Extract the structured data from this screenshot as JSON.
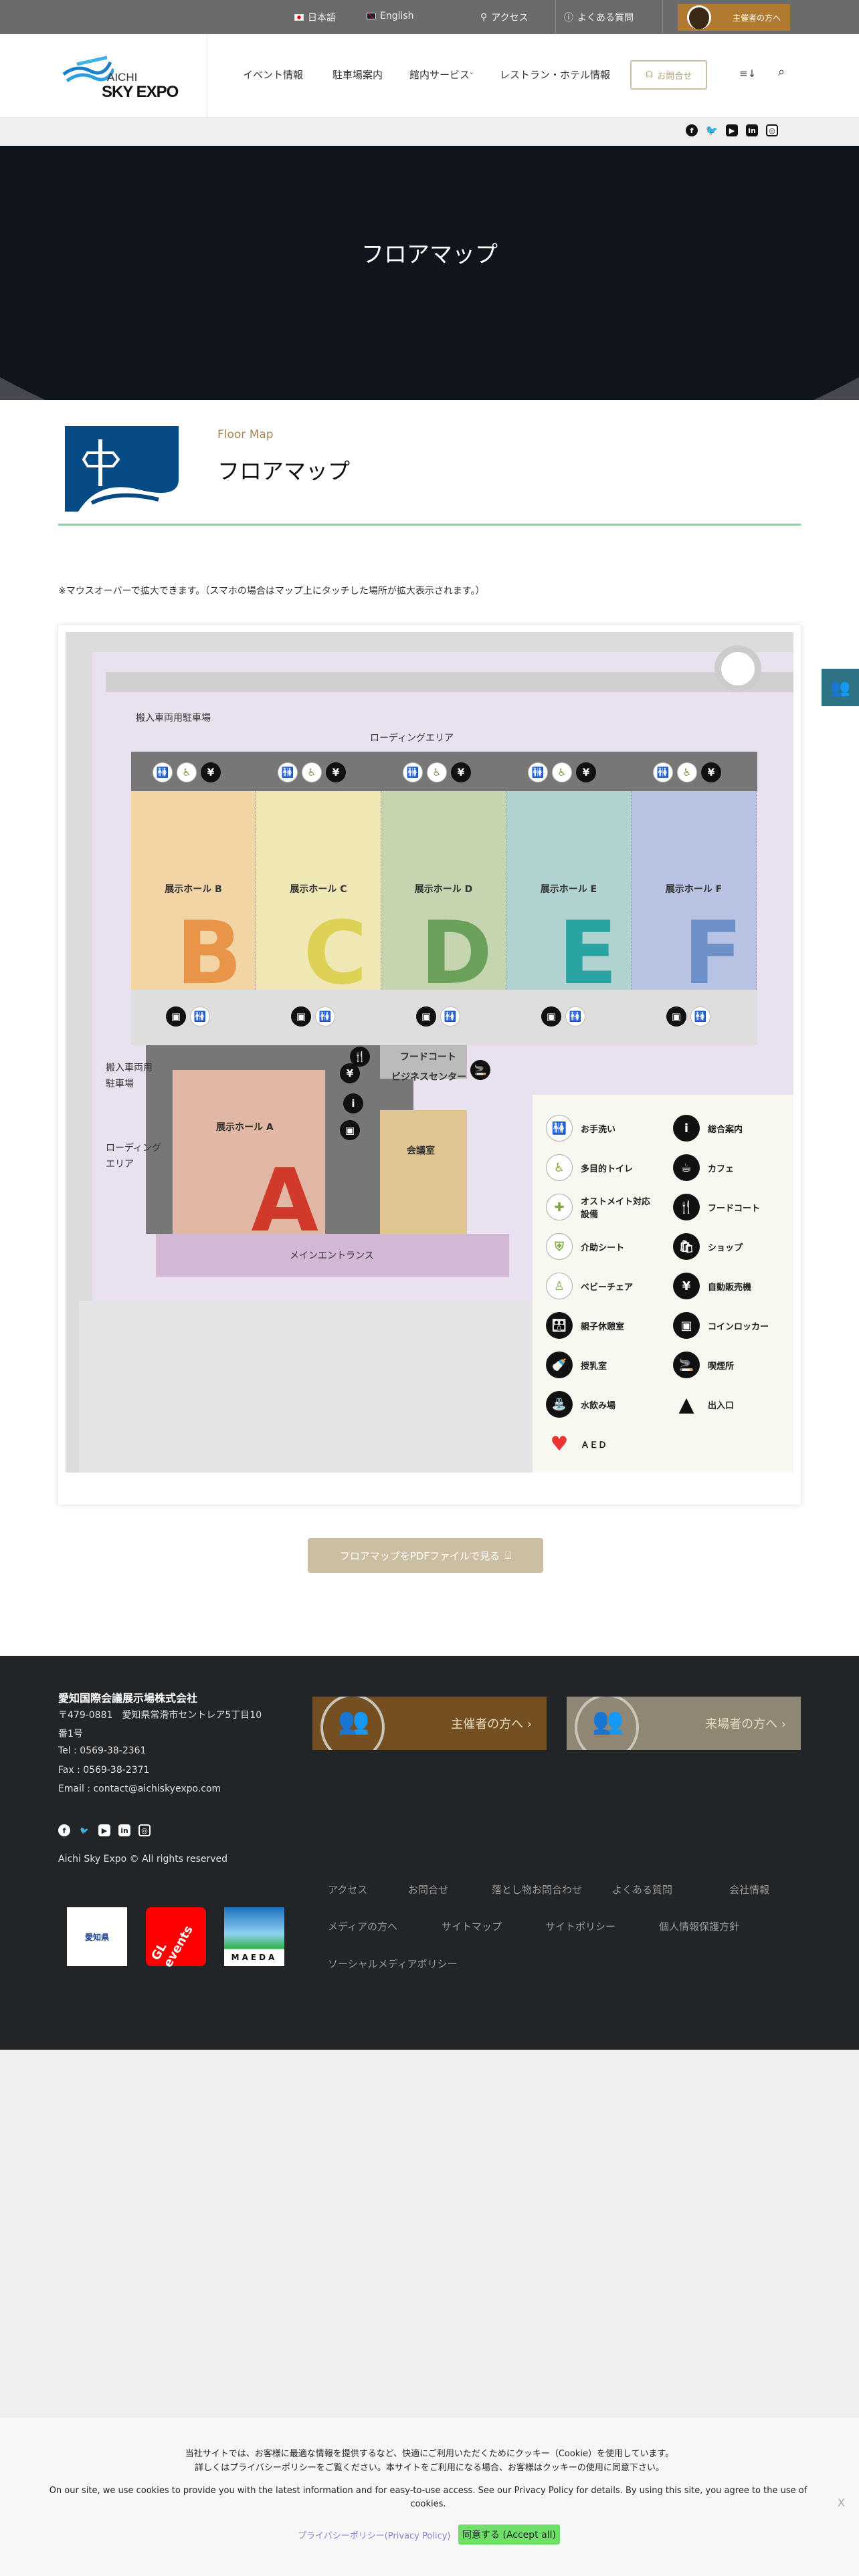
{
  "topbar": {
    "lang_ja": "日本語",
    "lang_en": "English",
    "access": "アクセス",
    "faq": "よくある質問",
    "organizer": "主催者の方へ"
  },
  "header": {
    "logo_line1": "AICHI",
    "logo_line2": "SKY EXPO",
    "nav": [
      "イベント情報",
      "駐車場案内",
      "館内サービス",
      "レストラン・ホテル情報"
    ],
    "nav_dropdown_mark": "˅",
    "contact": "お問合せ",
    "sort_icon": "≡↓",
    "social": [
      "facebook-icon",
      "twitter-icon",
      "youtube-icon",
      "linkedin-icon",
      "instagram-icon"
    ]
  },
  "hero": {
    "title": "フロアマップ"
  },
  "main": {
    "subtitle_en": "Floor Map",
    "title": "フロアマップ",
    "note": "※マウスオーバーで拡大できます。（スマホの場合はマップ上にタッチした場所が拡大表示されます。）",
    "pdf_button": "フロアマップをPDFファイルで見る"
  },
  "map": {
    "labels": {
      "truck_parking_top": "搬入車両用駐車場",
      "loading_top": "ローディングエリア",
      "truck_parking_left_1": "搬入車両用",
      "truck_parking_left_2": "駐車場",
      "loading_left_1": "ローディング",
      "loading_left_2": "エリア",
      "food_court": "フードコート",
      "business_center": "ビジネスセンター",
      "meeting_room": "会議室",
      "main_entrance": "メインエントランス",
      "hall_a": "展示ホール A",
      "hall_a_letter": "A"
    },
    "halls": [
      {
        "label": "展示ホール B",
        "letter": "B",
        "color": "#f3d4a4",
        "letter_color": "#e8954a"
      },
      {
        "label": "展示ホール C",
        "letter": "C",
        "color": "#f0e8b4",
        "letter_color": "#ddd155"
      },
      {
        "label": "展示ホール D",
        "letter": "D",
        "color": "#c5d5b0",
        "letter_color": "#6aa05a"
      },
      {
        "label": "展示ホール E",
        "letter": "E",
        "color": "#b0d3cf",
        "letter_color": "#2aa3a3"
      },
      {
        "label": "展示ホール F",
        "letter": "F",
        "color": "#b8c2e2",
        "letter_color": "#6d8fc8"
      }
    ],
    "legend_left": [
      {
        "icon": "restroom-icon",
        "glyph": "🚻",
        "style": "w",
        "label": "お手洗い"
      },
      {
        "icon": "wheelchair-icon",
        "glyph": "♿",
        "style": "w",
        "label": "多目的トイレ"
      },
      {
        "icon": "ostomate-icon",
        "glyph": "✚",
        "style": "w",
        "label": "オストメイト対応設備"
      },
      {
        "icon": "care-seat-icon",
        "glyph": "⛨",
        "style": "w",
        "label": "介助シート"
      },
      {
        "icon": "baby-chair-icon",
        "glyph": "♙",
        "style": "w",
        "label": "ベビーチェア"
      },
      {
        "icon": "family-room-icon",
        "glyph": "👪",
        "style": "b",
        "label": "親子休憩室"
      },
      {
        "icon": "nursing-room-icon",
        "glyph": "🍼",
        "style": "b",
        "label": "授乳室"
      },
      {
        "icon": "drinking-fountain-icon",
        "glyph": "⛲",
        "style": "b",
        "label": "水飲み場"
      },
      {
        "icon": "aed-icon",
        "glyph": "♥",
        "style": "aed",
        "label": "ＡＥＤ"
      }
    ],
    "legend_right": [
      {
        "icon": "info-icon",
        "glyph": "i",
        "style": "b",
        "label": "総合案内"
      },
      {
        "icon": "cafe-icon",
        "glyph": "☕",
        "style": "b",
        "label": "カフェ"
      },
      {
        "icon": "food-court-icon",
        "glyph": "🍴",
        "style": "b",
        "label": "フードコート"
      },
      {
        "icon": "shop-icon",
        "glyph": "🛍",
        "style": "b",
        "label": "ショップ"
      },
      {
        "icon": "vending-machine-icon",
        "glyph": "¥",
        "style": "b",
        "label": "自動販売機"
      },
      {
        "icon": "coin-locker-icon",
        "glyph": "▣",
        "style": "b",
        "label": "コインロッカー"
      },
      {
        "icon": "smoking-area-icon",
        "glyph": "🚬",
        "style": "b",
        "label": "喫煙所"
      },
      {
        "icon": "entrance-icon",
        "glyph": "▲",
        "style": "tri",
        "label": "出入口"
      }
    ]
  },
  "footer": {
    "company": "愛知国際会議展示場株式会社",
    "address1": "〒479-0881　愛知県常滑市セントレア5丁目10",
    "address2": "番1号",
    "tel": "Tel : 0569-38-2361",
    "fax": "Fax : 0569-38-2371",
    "email": "Email : contact@aichiskyexpo.com",
    "copyright": "Aichi Sky Expo © All rights reserved",
    "organizer_banner": "主催者の方へ ›",
    "visitor_banner": "来場者の方へ ›",
    "links_row1": [
      "アクセス",
      "お問合せ",
      "落とし物お問合わせ",
      "よくある質問",
      "会社情報"
    ],
    "links_row2": [
      "メディアの方へ",
      "サイトマップ",
      "サイトポリシー",
      "個人情報保護方針"
    ],
    "links_row3": [
      "ソーシャルメディアポリシー"
    ],
    "partner_logos": {
      "aichi": "愛知県",
      "gl": "GL events",
      "maeda": "MAEDA"
    }
  },
  "cookie": {
    "ja1": "当社サイトでは、お客様に最適な情報を提供するなど、快適にご利用いただくためにクッキー（Cookie）を使用しています。",
    "ja2": "詳しくはプライバシーポリシーをご覧ください。本サイトをご利用になる場合、お客様はクッキーの使用に同意下さい。",
    "en": "On our site, we use cookies to provide you with the latest information and for easy-to-use access. See our Privacy Policy for details. By using this site, you agree to the use of cookies.",
    "privacy": "プライバシーポリシー(Privacy Policy)",
    "accept": "同意する (Accept all)",
    "close": "X"
  },
  "colors": {
    "topbar": "#6b6b6b",
    "organizer": "#b07a30",
    "accent_gold": "#b9a57e",
    "green_line": "#8bd0a6",
    "footer": "#222528",
    "accept": "#6ee06a",
    "chat": "#2d7385"
  }
}
